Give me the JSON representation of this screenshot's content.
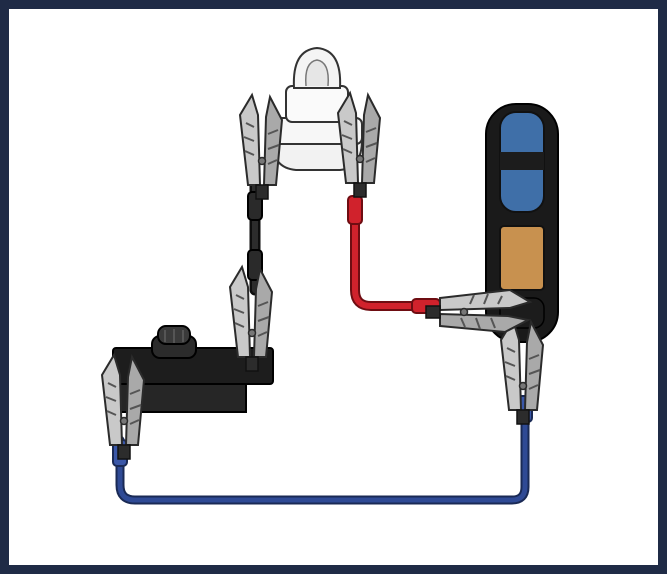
{
  "diagram": {
    "components": [
      {
        "id": "bulb",
        "icon": "light-bulb-icon"
      },
      {
        "id": "battery",
        "icon": "battery-cell-icon"
      },
      {
        "id": "switch",
        "icon": "switch-icon"
      },
      {
        "id": "clip",
        "icon": "crocodile-clip-icon"
      }
    ],
    "wires": [
      {
        "id": "black-wire",
        "from": "switch",
        "to": "bulb"
      },
      {
        "id": "red-wire",
        "from": "bulb",
        "to": "battery"
      },
      {
        "id": "blue-wire",
        "from": "battery",
        "to": "switch"
      }
    ]
  },
  "colors": {
    "frame": "#1f2b46",
    "background": "#ffffff",
    "wire_black": "#1b1b1b",
    "wire_red": "#c8202a",
    "wire_blue": "#22397a",
    "battery_blue": "#3f6fa8",
    "battery_copper": "#c8914f",
    "clip_metal": "#bdbdbd"
  }
}
